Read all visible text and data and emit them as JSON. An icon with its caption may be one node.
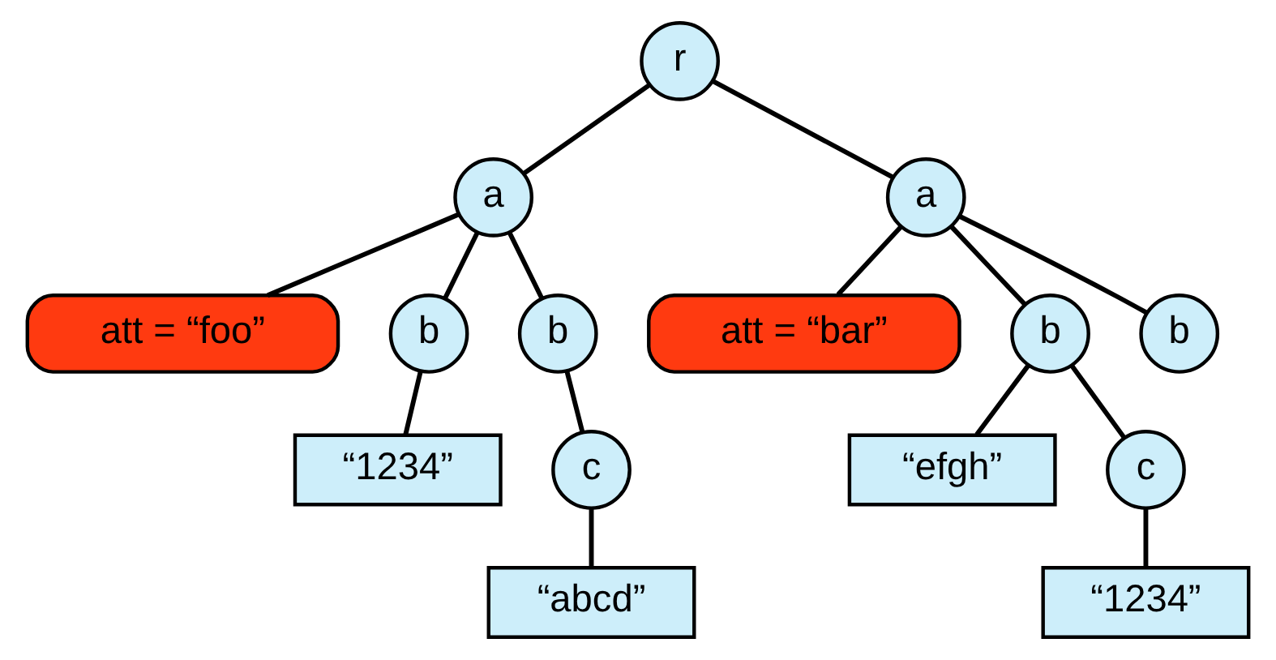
{
  "diagram": {
    "nodes": [
      {
        "text": [
          "r"
        ]
      },
      {
        "text": [
          "a"
        ]
      },
      {
        "text": [
          "a"
        ]
      },
      {
        "text": [
          "att = “foo”"
        ]
      },
      {
        "text": [
          "b"
        ]
      },
      {
        "text": [
          "b"
        ]
      },
      {
        "text": [
          "“1234”"
        ]
      },
      {
        "text": [
          "c"
        ]
      },
      {
        "text": [
          "“abcd”"
        ]
      },
      {
        "text": [
          "att = “bar”"
        ]
      },
      {
        "text": [
          "b"
        ]
      },
      {
        "text": [
          "b"
        ]
      },
      {
        "text": [
          "“efgh”"
        ]
      },
      {
        "text": [
          "c"
        ]
      },
      {
        "text": [
          "“1234”"
        ]
      }
    ],
    "edges": [
      {
        "from": 0,
        "to": 1,
        "arrow": "none"
      },
      {
        "from": 0,
        "to": 2,
        "arrow": "none"
      },
      {
        "from": 1,
        "to": 3,
        "arrow": "none"
      },
      {
        "from": 1,
        "to": 4,
        "arrow": "none"
      },
      {
        "from": 1,
        "to": 5,
        "arrow": "none"
      },
      {
        "from": 4,
        "to": 6,
        "arrow": "none"
      },
      {
        "from": 5,
        "to": 7,
        "arrow": "none"
      },
      {
        "from": 7,
        "to": 8,
        "arrow": "none"
      },
      {
        "from": 2,
        "to": 9,
        "arrow": "none"
      },
      {
        "from": 2,
        "to": 10,
        "arrow": "none"
      },
      {
        "from": 2,
        "to": 11,
        "arrow": "none"
      },
      {
        "from": 10,
        "to": 12,
        "arrow": "none"
      },
      {
        "from": 10,
        "to": 13,
        "arrow": "none"
      },
      {
        "from": 13,
        "to": 14,
        "arrow": "none"
      }
    ]
  }
}
